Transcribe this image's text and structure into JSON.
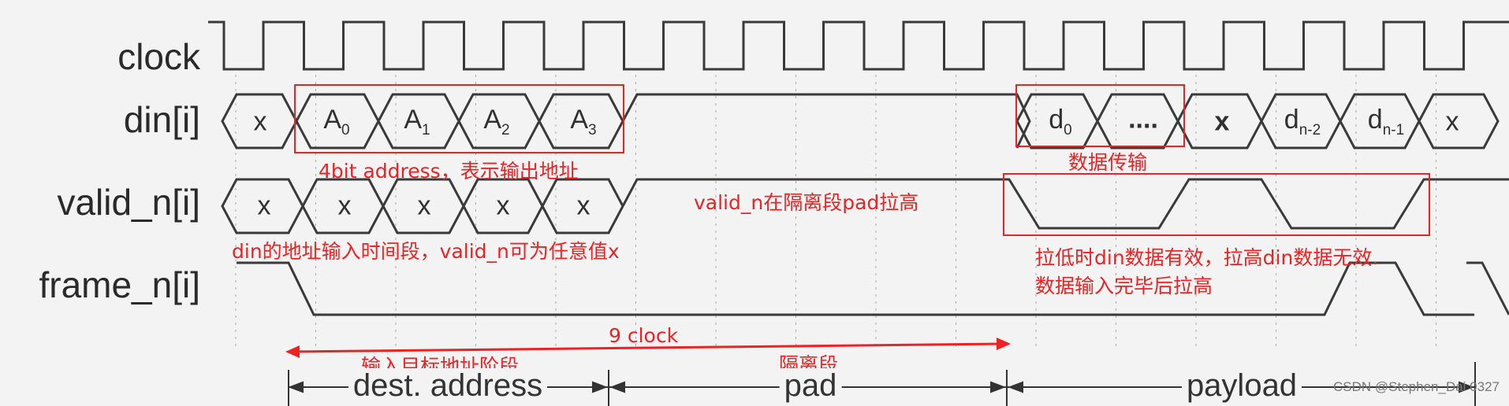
{
  "signals": {
    "clock": "clock",
    "din": "din[i]",
    "valid_n": "valid_n[i]",
    "frame_n": "frame_n[i]"
  },
  "din_values": {
    "x_first": "x",
    "a0": "A",
    "a1": "A",
    "a2": "A",
    "a3": "A",
    "a_subs": [
      "0",
      "1",
      "2",
      "3"
    ],
    "d0": "d",
    "d0_sub": "0",
    "ellipsis": "....",
    "x_bold": "x",
    "dn2": "d",
    "dn2_sub": "n-2",
    "dn1": "d",
    "dn1_sub": "n-1",
    "x_last": "x"
  },
  "valid_values": [
    "x",
    "x",
    "x",
    "x",
    "x"
  ],
  "annotations": {
    "address_note": "4bit address，表示输出地址",
    "data_transfer": "数据传输",
    "pad_note": "valid_n在隔离段pad拉高",
    "valid_any": "din的地址输入时间段，valid_n可为任意值x",
    "low_valid": "拉低时din数据有效，拉高din数据无效.",
    "high_after": "数据输入完毕后拉高",
    "nine_clock": "9 clock",
    "input_addr_phase": "输入目标地址阶段",
    "isolation": "隔离段"
  },
  "phases": {
    "dest": "dest. address",
    "pad": "pad",
    "payload": "payload"
  },
  "watermark": "CSDN @Stephen_Dai 0327",
  "colors": {
    "annotation": "#ee2222",
    "wave": "#3a3a3a",
    "background": "#f3f3f3"
  }
}
